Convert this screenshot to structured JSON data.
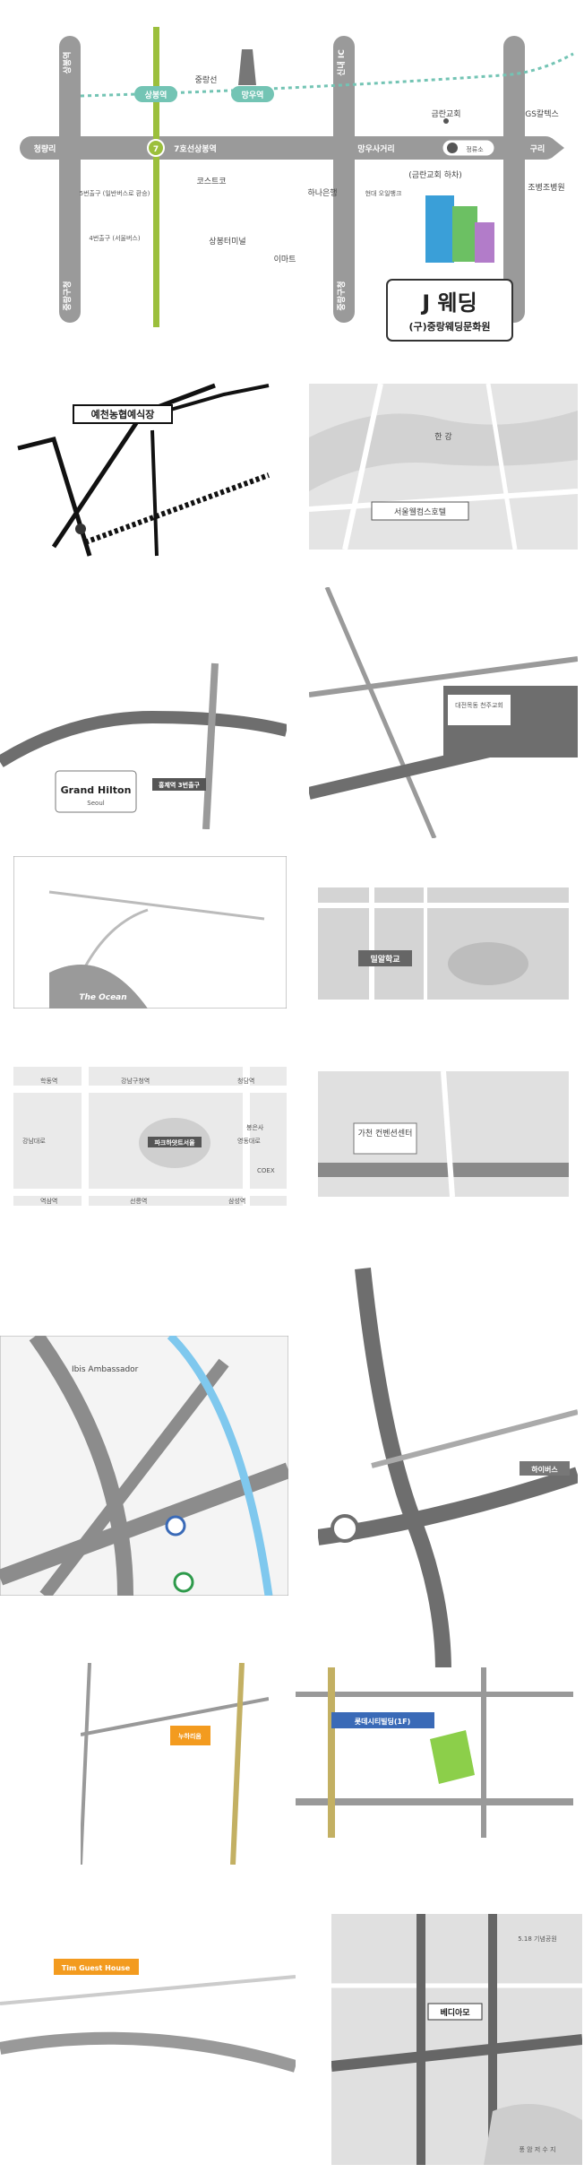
{
  "colors": {
    "road": "#9a9a9a",
    "road_dark": "#6e6e6e",
    "road_light": "#c8c8c8",
    "line7": "#9bbf3c",
    "jungang_line": "#73c4b4",
    "map_bg": "#e6e6e6",
    "green_park": "#8ccf4a",
    "river_blue": "#7fc8ee",
    "sign_orange": "#f39b1f",
    "sign_blue": "#3a6ab7"
  },
  "map1": {
    "stations": {
      "sangbong": "상봉역",
      "mangu": "망우역",
      "line7_sangbong": "7호선상봉역",
      "line7_num": "7"
    },
    "roads": {
      "cheongnyangni": "청량리",
      "guri": "구리",
      "mangu_intersection": "망우사거리",
      "jungang_line": "중랑선",
      "left_top": "상봉역",
      "left_bottom": "중랑구청",
      "right_top": "신내 IC",
      "right_bottom": "중랑구청"
    },
    "places": {
      "geumnan_church": "금란교회",
      "gs_caltex": "GS칼텍스",
      "joseon_hospital": "조병조병원",
      "exit5": "5번출구\n(일반버스로\n환승)",
      "exit4": "4번출구\n(서울버스)",
      "costco": "코스트코",
      "sangbong_terminal": "상봉터미널",
      "hana_bank": "하나은행",
      "hyundai_oilbank": "현대\n오일뱅크",
      "emart": "이마트",
      "geumnan_dropoff": "(금란교회 하차)",
      "bus_stop": "정류소"
    },
    "venue": {
      "name": "J 웨딩",
      "subtitle": "(구)중랑웨딩문화원"
    }
  },
  "map2": {
    "venue": "예천농협예식장"
  },
  "map3": {
    "river": "한 강",
    "venue": "서울웰컴스호텔"
  },
  "map4": {
    "venue_brand": "Grand Hilton",
    "venue_city": "Seoul",
    "stop": "홍제역 3번출구"
  },
  "map5": {
    "venue": "대전목동\n천주교회"
  },
  "map6": {
    "venue": "The Ocean"
  },
  "map7": {
    "venue": "밀알학교"
  },
  "map8": {
    "labels": {
      "hakdong": "학동역",
      "gangnam_gucheong": "강남구청역",
      "cheongdam": "청담역",
      "gangnam_daero": "강남대로",
      "yeongdong_daero": "영동대로",
      "coex": "COEX",
      "bongeunsa": "봉은사",
      "yeoksam": "역삼역",
      "seolleung": "선릉역",
      "samseong": "삼성역",
      "venue": "파크하얏트서울"
    }
  },
  "map9": {
    "venue": "가천\n컨벤션센터"
  },
  "map10": {
    "venue": "Ibis Ambassador"
  },
  "map11": {
    "venue": "하이버스"
  },
  "map12": {
    "sign": "누하리움"
  },
  "map13": {
    "sign": "롯데시티빌딩(1F)"
  },
  "map14": {
    "sign": "Tim Guest House"
  },
  "map15": {
    "venue": "베디아모",
    "park": "5.18 기념공원",
    "lake": "풍 암 저 수 지"
  }
}
